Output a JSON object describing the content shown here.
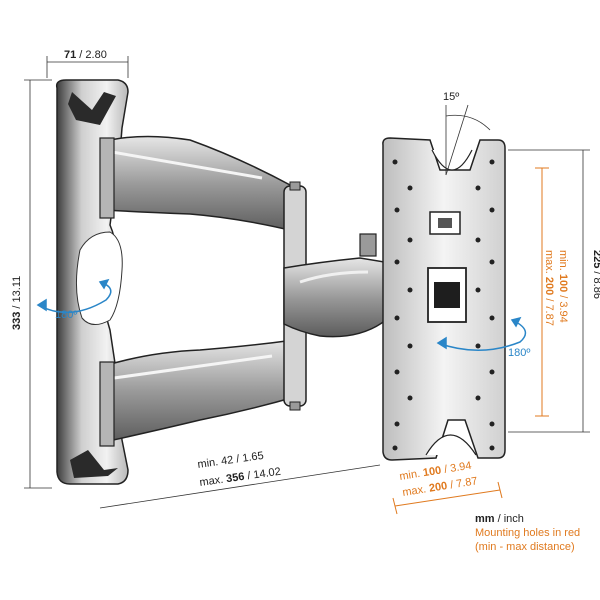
{
  "dimensions": {
    "plate_depth": {
      "mm": "71",
      "inch": "2.80"
    },
    "height": {
      "mm": "333",
      "inch": "13.11"
    },
    "plate_height": {
      "mm": "225",
      "inch": "8.86"
    },
    "angle_tilt": "15º",
    "rotation_left": "180º",
    "rotation_right": "180º",
    "extension_min": {
      "prefix": "min.",
      "mm": "42",
      "inch": "1.65"
    },
    "extension_max": {
      "prefix": "max.",
      "mm": "356",
      "inch": "14.02"
    },
    "vesa_v_min": {
      "prefix": "min.",
      "mm": "100",
      "inch": "3.94"
    },
    "vesa_v_max": {
      "prefix": "max.",
      "mm": "200",
      "inch": "7.87"
    },
    "vesa_h_min": {
      "prefix": "min.",
      "mm": "100",
      "inch": "3.94"
    },
    "vesa_h_max": {
      "prefix": "max.",
      "mm": "200",
      "inch": "7.87"
    }
  },
  "legend": {
    "units_bold": "mm",
    "units_rest": " / inch",
    "holes_line1": "Mounting holes in red",
    "holes_line2": "(min - max distance)"
  },
  "colors": {
    "orange": "#e07a1f",
    "blue": "#2a86c8",
    "metal": "#8a8a8a"
  }
}
